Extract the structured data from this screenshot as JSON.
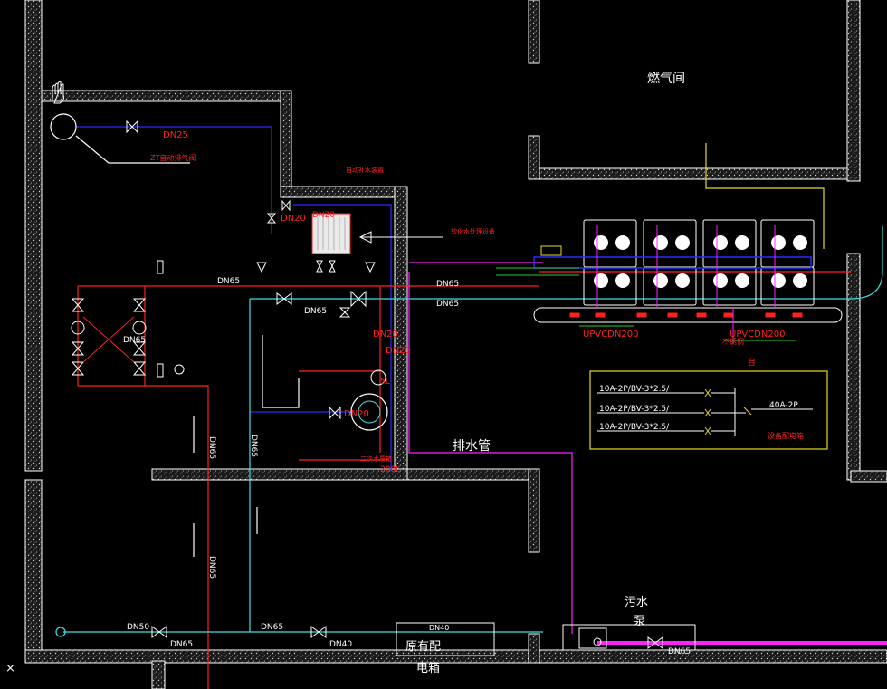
{
  "labels": {
    "dn25_top": "DN25",
    "tank_note": "ZT自动排气阀",
    "room_gas": "燃气间",
    "dn20_a": "DN20",
    "top_box_note": "自动补水装置",
    "dn20_box": "DN20",
    "dn65_left": "DN65",
    "dn65_mid1": "DN65",
    "dn65_mid2": "DN65",
    "dn65_under": "DN65",
    "dn65_hx": "DN65",
    "dn65_vert1": "DN65",
    "dn65_vert2": "DN65",
    "dn65_vert3": "DN65",
    "dn65_bottom_left": "DN65",
    "dn65_bottom_mid": "DN65",
    "dn65_sewage": "DN65",
    "arrow_note": "软化水处理设备",
    "dn20_right1": "DN20",
    "dn20_right2": "DN20",
    "dn20_pump": "DN20",
    "tank_bottom_note": "二次水质箱",
    "tank_bottom_size": "200L",
    "small_tank_size": "5L",
    "pipe_left_upvc": "UPVCDN200",
    "pipe_right_upvc": "UPVCDN200",
    "boiler_note_1": "不锈钢",
    "boiler_note_2": "台",
    "drain_pipe": "排水管",
    "breaker_1": "10A-2P/BV-3*2.5/",
    "breaker_2": "10A-2P/BV-3*2.5/",
    "breaker_3": "10A-2P/BV-3*2.5/",
    "main_breaker": "40A-2P",
    "panel_note": "设备配电箱",
    "dn50_bottom": "DN50",
    "dn40_bottom": "DN40",
    "dn40_box": "DN40",
    "orig_panel_1": "原有配",
    "orig_panel_2": "电箱",
    "sewage_pump_1": "污水",
    "sewage_pump_2": "泵",
    "x_mark": "×"
  },
  "colors": {
    "wall": "#ffffff",
    "red": "#ff2020",
    "blue": "#2a2aff",
    "cyan": "#40e0e0",
    "magenta": "#ff20ff",
    "yellow": "#e8d820",
    "green": "#20d020",
    "white": "#ffffff"
  }
}
